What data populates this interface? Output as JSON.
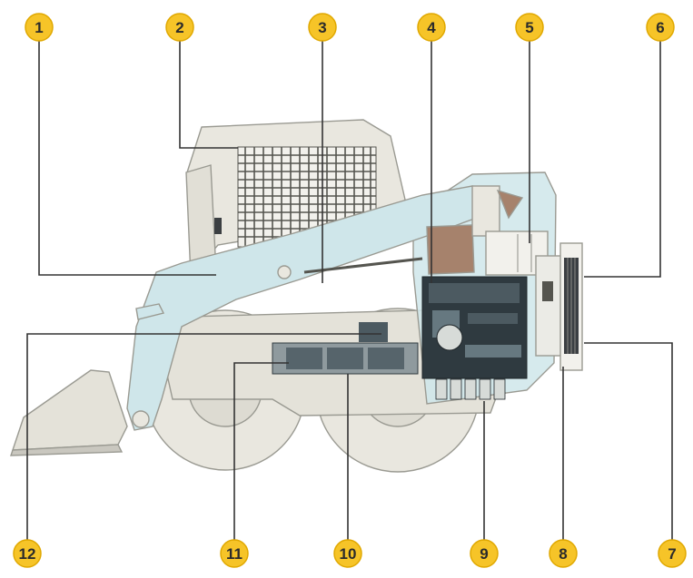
{
  "colors": {
    "badge_fill": "#f6c428",
    "badge_text": "#2b2b2b",
    "leader": "#333333",
    "body_grey": "#e9e7df",
    "glass_blue": "#cfe6ea",
    "engine_dark": "#2f3a40",
    "radiator": "#3b3f42",
    "muffler_brown": "#a6826c"
  },
  "callouts": [
    {
      "number": "1"
    },
    {
      "number": "2"
    },
    {
      "number": "3"
    },
    {
      "number": "4"
    },
    {
      "number": "5"
    },
    {
      "number": "6"
    },
    {
      "number": "7"
    },
    {
      "number": "8"
    },
    {
      "number": "9"
    },
    {
      "number": "10"
    },
    {
      "number": "11"
    },
    {
      "number": "12"
    }
  ]
}
